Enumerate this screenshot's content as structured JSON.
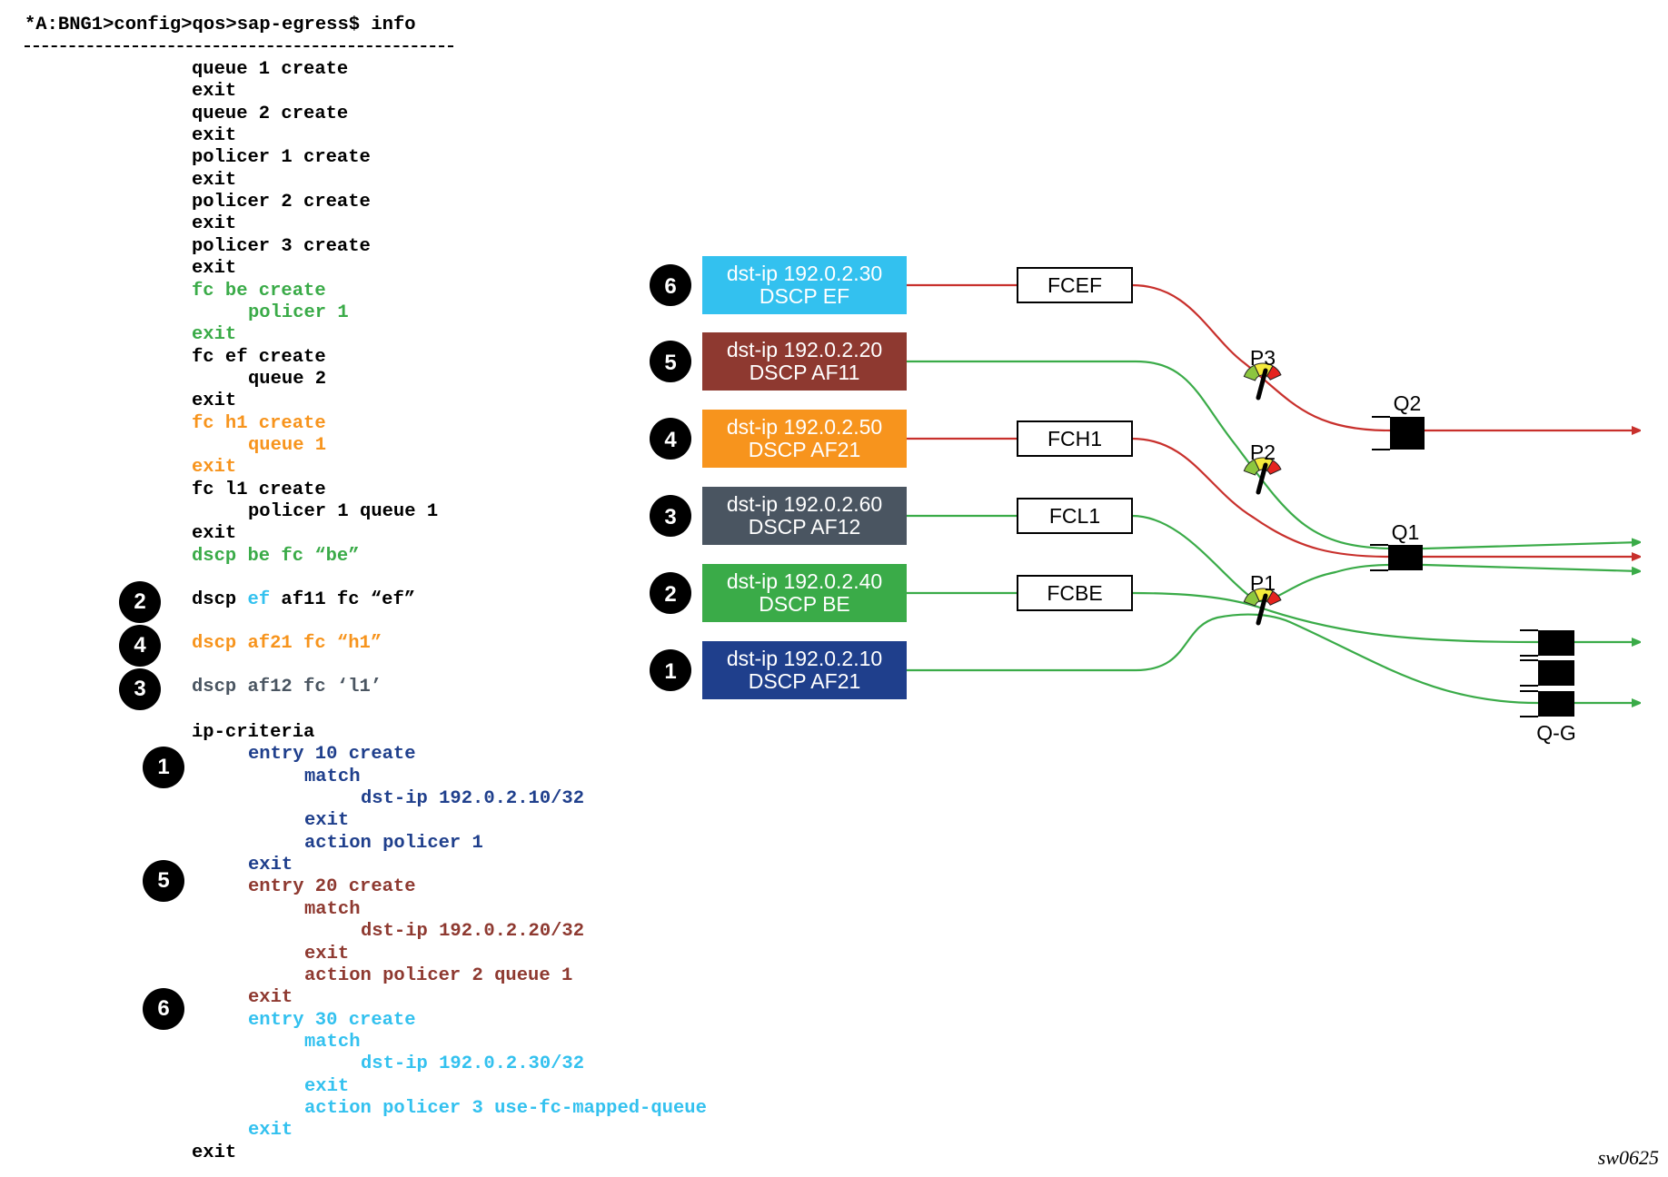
{
  "colors": {
    "green": "#3aab48",
    "red": "#c8302c",
    "orange": "#f7941d",
    "slate": "#4a5561",
    "cyan": "#33c1ef",
    "navy": "#1f3f8c",
    "maroon": "#8e3930",
    "black": "#000000"
  },
  "cli": {
    "prompt": "*A:BNG1>config>qos>sap-egress$ info",
    "lines": [
      {
        "text": "queue 1 create",
        "indent": 0,
        "color": "black"
      },
      {
        "text": "exit",
        "indent": 0,
        "color": "black"
      },
      {
        "text": "queue 2 create",
        "indent": 0,
        "color": "black"
      },
      {
        "text": "exit",
        "indent": 0,
        "color": "black"
      },
      {
        "text": "policer 1 create",
        "indent": 0,
        "color": "black"
      },
      {
        "text": "exit",
        "indent": 0,
        "color": "black"
      },
      {
        "text": "policer 2 create",
        "indent": 0,
        "color": "black"
      },
      {
        "text": "exit",
        "indent": 0,
        "color": "black"
      },
      {
        "text": "policer 3 create",
        "indent": 0,
        "color": "black"
      },
      {
        "text": "exit",
        "indent": 0,
        "color": "black"
      },
      {
        "text": "fc be create",
        "indent": 0,
        "color": "green"
      },
      {
        "text": "policer 1",
        "indent": 1,
        "color": "green"
      },
      {
        "text": "exit",
        "indent": 0,
        "color": "green"
      },
      {
        "text": "fc ef create",
        "indent": 0,
        "color": "black"
      },
      {
        "text": "queue 2",
        "indent": 1,
        "color": "black"
      },
      {
        "text": "exit",
        "indent": 0,
        "color": "black"
      },
      {
        "text": "fc h1 create",
        "indent": 0,
        "color": "orange"
      },
      {
        "text": "queue 1",
        "indent": 1,
        "color": "orange"
      },
      {
        "text": "exit",
        "indent": 0,
        "color": "orange"
      },
      {
        "text": "fc l1 create",
        "indent": 0,
        "color": "black"
      },
      {
        "text": "policer 1 queue 1",
        "indent": 1,
        "color": "black"
      },
      {
        "text": "exit",
        "indent": 0,
        "color": "black"
      },
      {
        "text": "dscp be fc “be”",
        "indent": 0,
        "color": "green"
      }
    ],
    "dscp_lines": [
      {
        "badge": "2",
        "segments": [
          {
            "text": "dscp ",
            "color": "black"
          },
          {
            "text": "ef",
            "color": "cyan"
          },
          {
            "text": " af11 fc “ef”",
            "color": "black"
          }
        ]
      },
      {
        "badge": "4",
        "segments": [
          {
            "text": "dscp af21 fc “h1”",
            "color": "orange"
          }
        ]
      },
      {
        "badge": "3",
        "segments": [
          {
            "text": "dscp af12 fc ‘l1’",
            "color": "slate"
          }
        ]
      }
    ],
    "ip_criteria": {
      "header": "ip-criteria",
      "lines": [
        {
          "text": "entry 10 create",
          "indent": 1,
          "color": "navy",
          "badge": "1"
        },
        {
          "text": "match",
          "indent": 2,
          "color": "navy"
        },
        {
          "text": "dst-ip 192.0.2.10/32",
          "indent": 3,
          "color": "navy"
        },
        {
          "text": "exit",
          "indent": 2,
          "color": "navy"
        },
        {
          "text": "action policer 1",
          "indent": 2,
          "color": "navy"
        },
        {
          "text": "exit",
          "indent": 1,
          "color": "navy"
        },
        {
          "text": "entry 20 create",
          "indent": 1,
          "color": "maroon",
          "badge": "5"
        },
        {
          "text": "match",
          "indent": 2,
          "color": "maroon"
        },
        {
          "text": "dst-ip 192.0.2.20/32",
          "indent": 3,
          "color": "maroon"
        },
        {
          "text": "exit",
          "indent": 2,
          "color": "maroon"
        },
        {
          "text": "action policer 2 queue 1",
          "indent": 2,
          "color": "maroon"
        },
        {
          "text": "exit",
          "indent": 1,
          "color": "maroon"
        },
        {
          "text": "entry 30 create",
          "indent": 1,
          "color": "cyan",
          "badge": "6"
        },
        {
          "text": "match",
          "indent": 2,
          "color": "cyan"
        },
        {
          "text": "dst-ip 192.0.2.30/32",
          "indent": 3,
          "color": "cyan"
        },
        {
          "text": "exit",
          "indent": 2,
          "color": "cyan"
        },
        {
          "text": "action policer 3 use-fc-mapped-queue",
          "indent": 2,
          "color": "cyan"
        },
        {
          "text": "exit",
          "indent": 1,
          "color": "cyan"
        },
        {
          "text": "exit",
          "indent": 0,
          "color": "black"
        }
      ]
    }
  },
  "diagram": {
    "sources": [
      {
        "badge": "6",
        "line1": "dst-ip 192.0.2.30",
        "line2": "DSCP EF",
        "fill": "cyan",
        "flow_color": "red",
        "fc": "FCEF"
      },
      {
        "badge": "5",
        "line1": "dst-ip 192.0.2.20",
        "line2": "DSCP AF11",
        "fill": "maroon",
        "flow_color": "green",
        "fc": ""
      },
      {
        "badge": "4",
        "line1": "dst-ip 192.0.2.50",
        "line2": "DSCP AF21",
        "fill": "orange",
        "flow_color": "red",
        "fc": "FCH1"
      },
      {
        "badge": "3",
        "line1": "dst-ip 192.0.2.60",
        "line2": "DSCP AF12",
        "fill": "slate",
        "flow_color": "green",
        "fc": "FCL1"
      },
      {
        "badge": "2",
        "line1": "dst-ip 192.0.2.40",
        "line2": "DSCP BE",
        "fill": "green",
        "flow_color": "green",
        "fc": "FCBE"
      },
      {
        "badge": "1",
        "line1": "dst-ip 192.0.2.10",
        "line2": "DSCP AF21",
        "fill": "navy",
        "flow_color": "green",
        "fc": ""
      }
    ],
    "policers": [
      {
        "id": "P3",
        "label": "P3"
      },
      {
        "id": "P2",
        "label": "P2"
      },
      {
        "id": "P1",
        "label": "P1"
      }
    ],
    "queues": [
      {
        "id": "Q2",
        "label": "Q2"
      },
      {
        "id": "Q1",
        "label": "Q1"
      },
      {
        "id": "QG",
        "label": "Q-G"
      }
    ]
  },
  "figure_id": "sw0625"
}
